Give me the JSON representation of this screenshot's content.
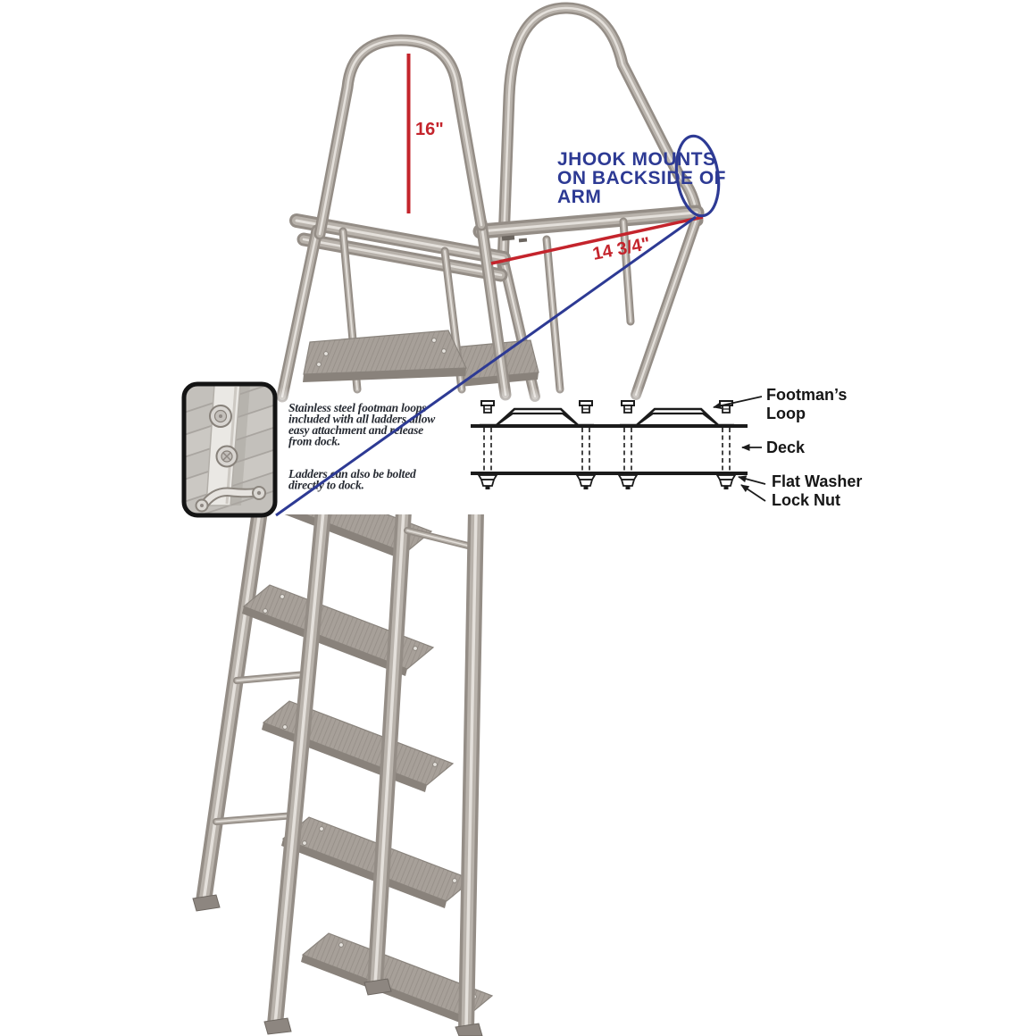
{
  "colors": {
    "red": "#c4242c",
    "blue": "#2d3a94",
    "diagram_line": "#1b1b1b",
    "callout_text": "#272b33"
  },
  "upper_annotations": {
    "height_dim": "16\"",
    "width_dim": "14 3/4\"",
    "jhook_lines": [
      "JHOOK MOUNTS",
      "ON BACKSIDE OF",
      "ARM"
    ]
  },
  "inset_callout": {
    "para1": [
      "Stainless steel footman loops",
      "included with all ladders allow",
      "easy attachment and release",
      "from dock."
    ],
    "para2": [
      "Ladders can also be bolted",
      "directly to dock."
    ]
  },
  "deck_diagram": {
    "labels": {
      "footmans_line1": "Footman’s",
      "footmans_line2": "Loop",
      "deck": "Deck",
      "flat_washer": "Flat Washer",
      "lock_nut": "Lock Nut"
    }
  }
}
